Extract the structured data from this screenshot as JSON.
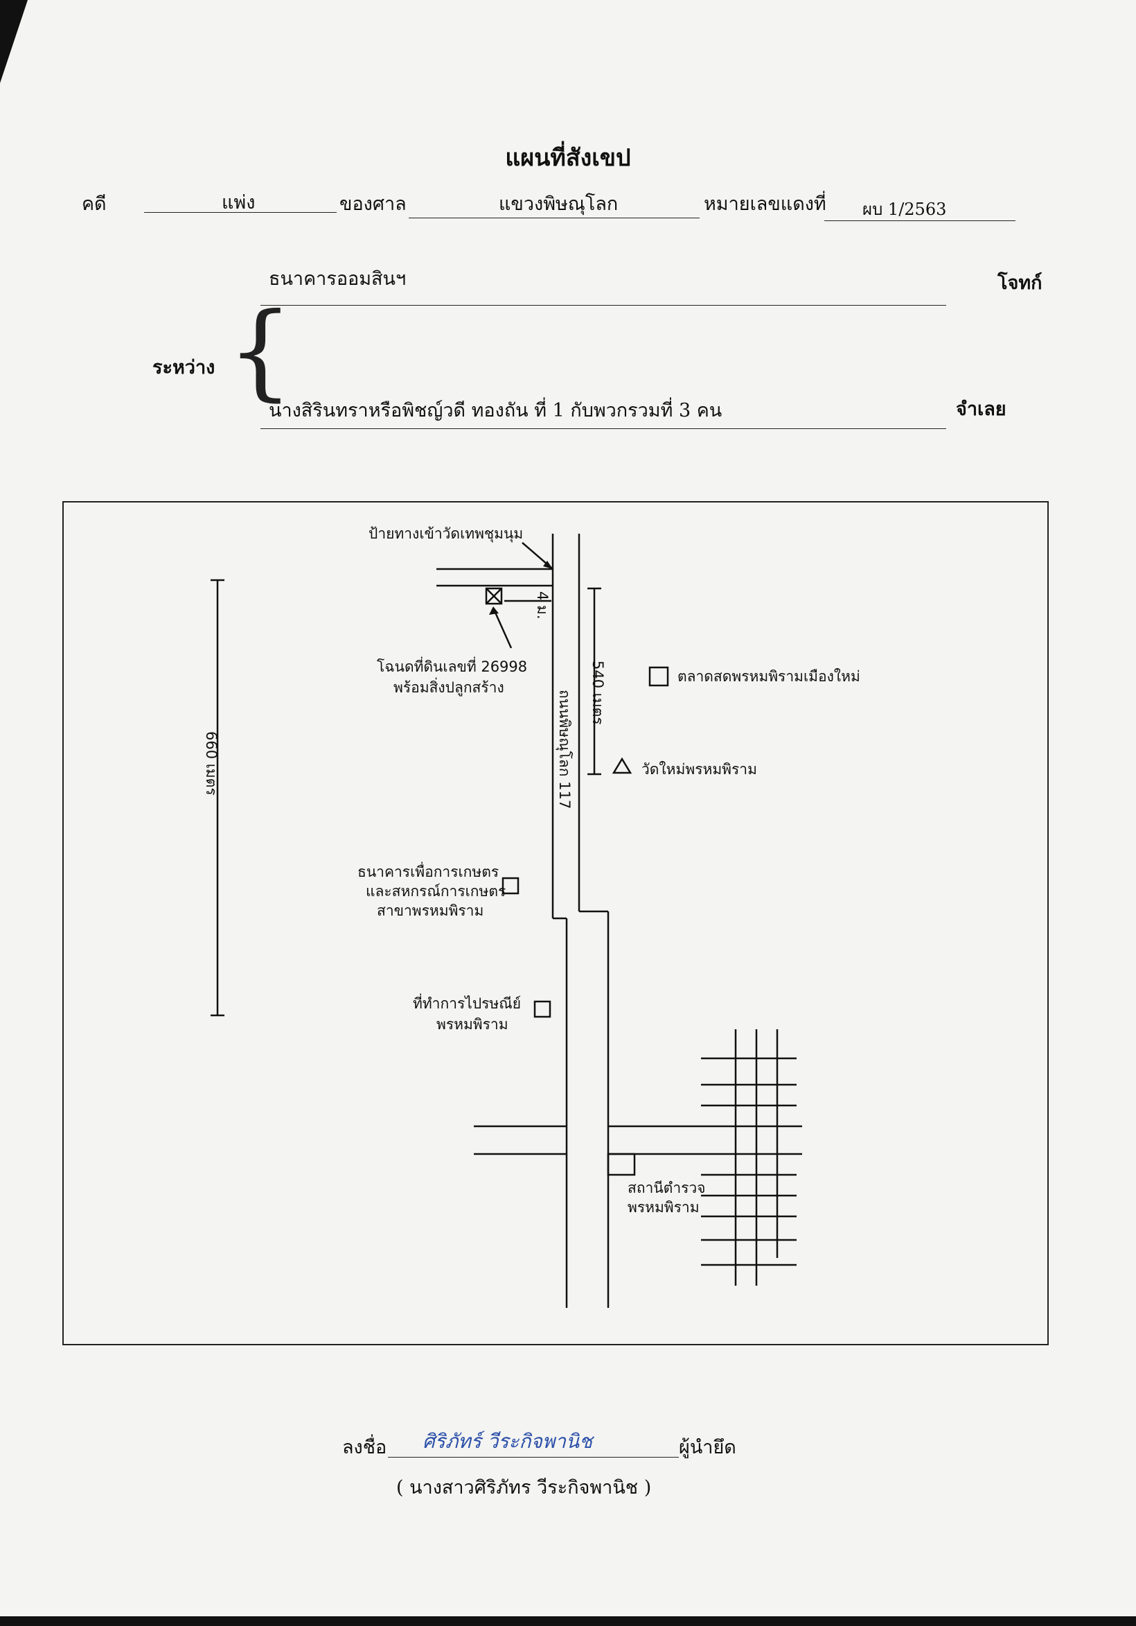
{
  "document": {
    "title": "แผนที่สังเขป",
    "header": {
      "case_label": "คดี",
      "case_type": "แพ่ง",
      "court_label": "ของศาล",
      "court_name": "แขวงพิษณุโลก",
      "red_number_label": "หมายเลขแดงที่",
      "red_number": "ผบ 1/2563"
    },
    "parties": {
      "between_label": "ระหว่าง",
      "plaintiff": "ธนาคารออมสินฯ",
      "plaintiff_label": "โจทก์",
      "defendant": "นางสิรินทราหรือพิชญ์วดี  ทองถัน  ที่ 1  กับพวกรวมที่ 3  คน",
      "defendant_label": "จำเลย"
    },
    "map": {
      "labels": {
        "sign_to_temple": "ป้ายทางเข้าวัดเทพชุมนุม",
        "distance_short": "4 ม.",
        "land_deed": "โฉนดที่ดินเลขที่ 26998",
        "land_deed_2": "พร้อมสิ่งปลูกสร้าง",
        "market": "ตลาดสดพรหมพิรามเมืองใหม่",
        "road_name": "ถนนพิษณุโลก 117",
        "distance_540": "540 เมตร",
        "distance_660": "660 เมตร",
        "temple": "วัดใหม่พรหมพิราม",
        "bank": "ธนาคารเพื่อการเกษตร",
        "bank_2": "และสหกรณ์การเกษตร",
        "bank_3": "สาขาพรหมพิราม",
        "post_office": "ที่ทำการไปรษณีย์",
        "post_office_2": "พรหมพิราม",
        "police": "สถานีตำรวจ",
        "police_2": "พรหมพิราม"
      }
    },
    "signature": {
      "sign_label": "ลงชื่อ",
      "signature_text": "ศิริภัทร์   วีระกิจพานิช",
      "role": "ผู้นำยึด",
      "printed_name": "( นางสาวศิริภัทร  วีระกิจพานิช )",
      "ink_color": "#2b4fa8"
    }
  }
}
